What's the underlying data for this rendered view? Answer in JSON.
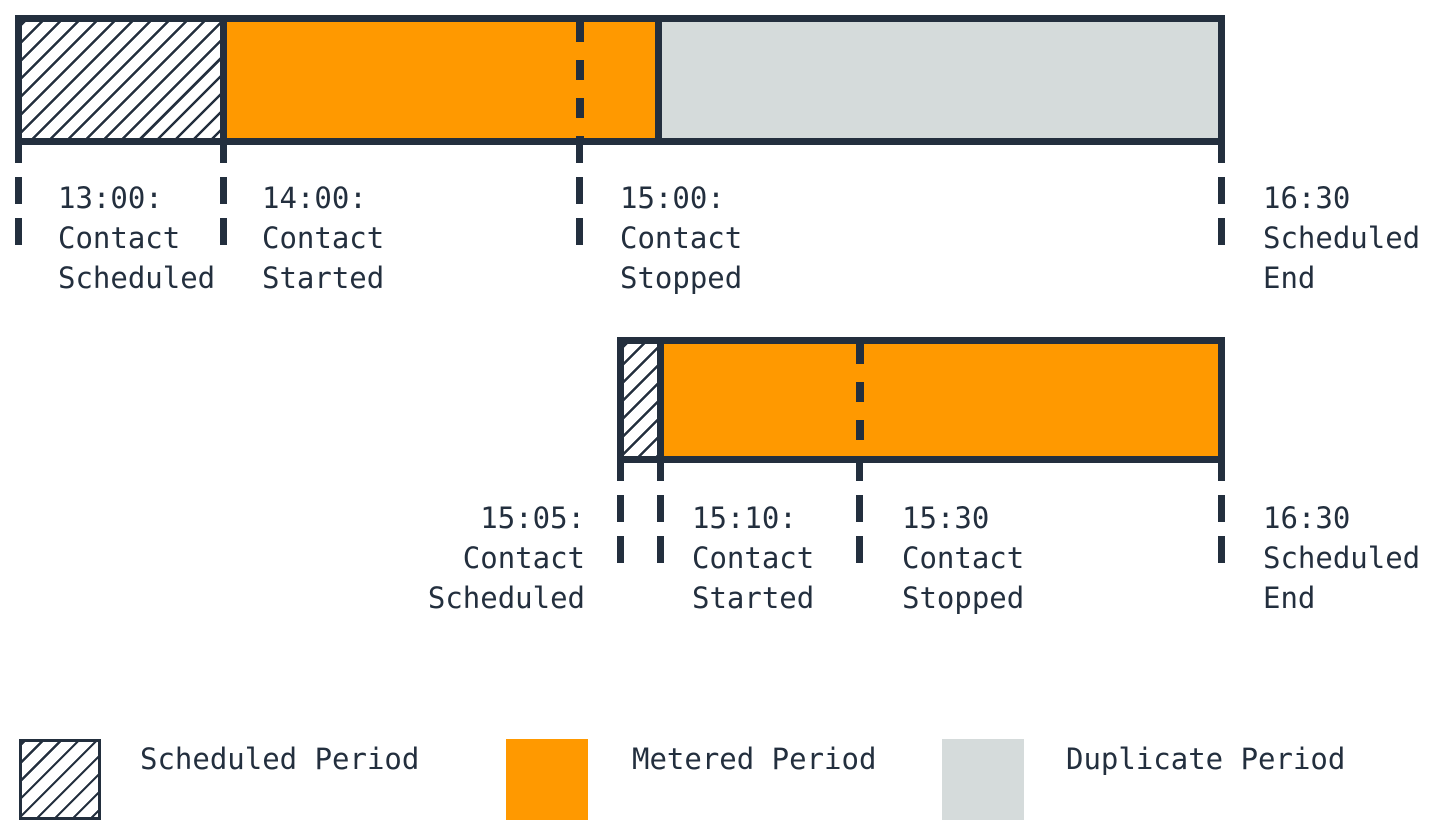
{
  "colors": {
    "navy": "#232f3e",
    "orange": "#ff9900",
    "gray": "#d5dbdb",
    "background": "#ffffff"
  },
  "contact1": {
    "segments": [
      {
        "period": "scheduled",
        "style": "hatched"
      },
      {
        "period": "metered",
        "style": "orange"
      },
      {
        "period": "duplicate",
        "style": "gray"
      }
    ],
    "labels": [
      {
        "l1": "13:00:",
        "l2": "Contact",
        "l3": "Scheduled"
      },
      {
        "l1": "14:00:",
        "l2": "Contact",
        "l3": "Started"
      },
      {
        "l1": "15:00:",
        "l2": "Contact",
        "l3": "Stopped"
      },
      {
        "l1": "16:30",
        "l2": "Scheduled",
        "l3": "End"
      }
    ]
  },
  "contact2": {
    "segments": [
      {
        "period": "scheduled",
        "style": "hatched"
      },
      {
        "period": "metered",
        "style": "orange"
      }
    ],
    "labels": [
      {
        "l1": "15:05:",
        "l2": "Contact",
        "l3": "Scheduled"
      },
      {
        "l1": "15:10:",
        "l2": "Contact",
        "l3": "Started"
      },
      {
        "l1": "15:30",
        "l2": "Contact",
        "l3": "Stopped"
      },
      {
        "l1": "16:30",
        "l2": "Scheduled",
        "l3": "End"
      }
    ]
  },
  "legend": {
    "items": [
      {
        "label": "Scheduled Period",
        "swatch": "hatched"
      },
      {
        "label": "Metered Period",
        "swatch": "orange"
      },
      {
        "label": "Duplicate Period",
        "swatch": "gray"
      }
    ]
  }
}
